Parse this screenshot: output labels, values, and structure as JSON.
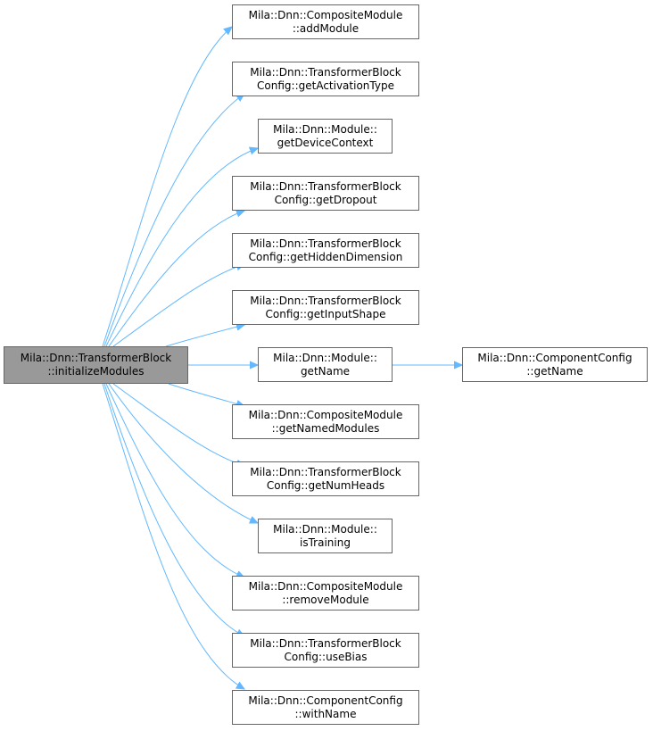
{
  "colors": {
    "edge": "#63b8ff",
    "node_border": "#666666",
    "root_fill": "#999999",
    "node_fill": "#ffffff",
    "text": "#000000"
  },
  "root": {
    "lines": [
      "Mila::Dnn::TransformerBlock",
      "::initializeModules"
    ]
  },
  "callees": [
    {
      "id": "addModule",
      "lines": [
        "Mila::Dnn::CompositeModule",
        "::addModule"
      ]
    },
    {
      "id": "getActivationType",
      "lines": [
        "Mila::Dnn::TransformerBlock",
        "Config::getActivationType"
      ]
    },
    {
      "id": "getDeviceContext",
      "lines": [
        "Mila::Dnn::Module::",
        "getDeviceContext"
      ]
    },
    {
      "id": "getDropout",
      "lines": [
        "Mila::Dnn::TransformerBlock",
        "Config::getDropout"
      ]
    },
    {
      "id": "getHiddenDimension",
      "lines": [
        "Mila::Dnn::TransformerBlock",
        "Config::getHiddenDimension"
      ]
    },
    {
      "id": "getInputShape",
      "lines": [
        "Mila::Dnn::TransformerBlock",
        "Config::getInputShape"
      ]
    },
    {
      "id": "module-getName",
      "lines": [
        "Mila::Dnn::Module::",
        "getName"
      ]
    },
    {
      "id": "getNamedModules",
      "lines": [
        "Mila::Dnn::CompositeModule",
        "::getNamedModules"
      ]
    },
    {
      "id": "getNumHeads",
      "lines": [
        "Mila::Dnn::TransformerBlock",
        "Config::getNumHeads"
      ]
    },
    {
      "id": "isTraining",
      "lines": [
        "Mila::Dnn::Module::",
        "isTraining"
      ]
    },
    {
      "id": "removeModule",
      "lines": [
        "Mila::Dnn::CompositeModule",
        "::removeModule"
      ]
    },
    {
      "id": "useBias",
      "lines": [
        "Mila::Dnn::TransformerBlock",
        "Config::useBias"
      ]
    },
    {
      "id": "withName",
      "lines": [
        "Mila::Dnn::ComponentConfig",
        "::withName"
      ]
    }
  ],
  "second_level": [
    {
      "id": "componentconfig-getName",
      "parent": "module-getName",
      "lines": [
        "Mila::Dnn::ComponentConfig",
        "::getName"
      ]
    }
  ]
}
